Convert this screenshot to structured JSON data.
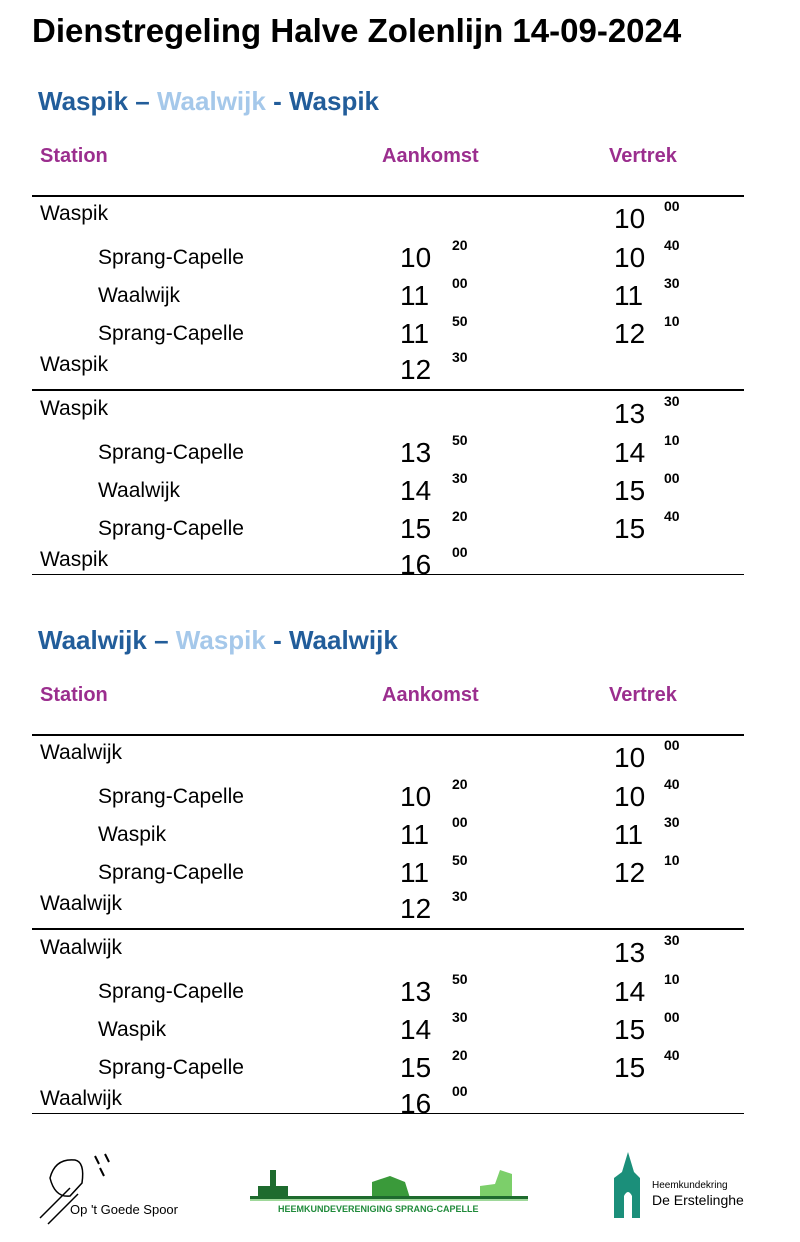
{
  "title": "Dienstregeling Halve Zolenlijn 14-09-2024",
  "headers": {
    "station": "Station",
    "arrival": "Aankomst",
    "departure": "Vertrek"
  },
  "sections": [
    {
      "route": {
        "part1": "Waspik –",
        "part2": "Waalwijk",
        "part3": "- Waspik"
      },
      "blocks": [
        [
          {
            "station": "Waspik",
            "indent": false,
            "arr_h": "",
            "arr_m": "",
            "dep_h": "10",
            "dep_m": "00"
          },
          {
            "station": "Sprang-Capelle",
            "indent": true,
            "arr_h": "10",
            "arr_m": "20",
            "dep_h": "10",
            "dep_m": "40"
          },
          {
            "station": "Waalwijk",
            "indent": true,
            "arr_h": "11",
            "arr_m": "00",
            "dep_h": "11",
            "dep_m": "30"
          },
          {
            "station": "Sprang-Capelle",
            "indent": true,
            "arr_h": "11",
            "arr_m": "50",
            "dep_h": "12",
            "dep_m": "10"
          },
          {
            "station": "Waspik",
            "indent": false,
            "arr_h": "12",
            "arr_m": "30",
            "dep_h": "",
            "dep_m": ""
          }
        ],
        [
          {
            "station": "Waspik",
            "indent": false,
            "arr_h": "",
            "arr_m": "",
            "dep_h": "13",
            "dep_m": "30"
          },
          {
            "station": "Sprang-Capelle",
            "indent": true,
            "arr_h": "13",
            "arr_m": "50",
            "dep_h": "14",
            "dep_m": "10"
          },
          {
            "station": "Waalwijk",
            "indent": true,
            "arr_h": "14",
            "arr_m": "30",
            "dep_h": "15",
            "dep_m": "00"
          },
          {
            "station": "Sprang-Capelle",
            "indent": true,
            "arr_h": "15",
            "arr_m": "20",
            "dep_h": "15",
            "dep_m": "40"
          },
          {
            "station": "Waspik",
            "indent": false,
            "arr_h": "16",
            "arr_m": "00",
            "dep_h": "",
            "dep_m": ""
          }
        ]
      ]
    },
    {
      "route": {
        "part1": "Waalwijk –",
        "part2": "Waspik",
        "part3": "- Waalwijk"
      },
      "blocks": [
        [
          {
            "station": "Waalwijk",
            "indent": false,
            "arr_h": "",
            "arr_m": "",
            "dep_h": "10",
            "dep_m": "00"
          },
          {
            "station": "Sprang-Capelle",
            "indent": true,
            "arr_h": "10",
            "arr_m": "20",
            "dep_h": "10",
            "dep_m": "40"
          },
          {
            "station": "Waspik",
            "indent": true,
            "arr_h": "11",
            "arr_m": "00",
            "dep_h": "11",
            "dep_m": "30"
          },
          {
            "station": "Sprang-Capelle",
            "indent": true,
            "arr_h": "11",
            "arr_m": "50",
            "dep_h": "12",
            "dep_m": "10"
          },
          {
            "station": "Waalwijk",
            "indent": false,
            "arr_h": "12",
            "arr_m": "30",
            "dep_h": "",
            "dep_m": ""
          }
        ],
        [
          {
            "station": "Waalwijk",
            "indent": false,
            "arr_h": "",
            "arr_m": "",
            "dep_h": "13",
            "dep_m": "30"
          },
          {
            "station": "Sprang-Capelle",
            "indent": true,
            "arr_h": "13",
            "arr_m": "50",
            "dep_h": "14",
            "dep_m": "10"
          },
          {
            "station": "Waspik",
            "indent": true,
            "arr_h": "14",
            "arr_m": "30",
            "dep_h": "15",
            "dep_m": "00"
          },
          {
            "station": "Sprang-Capelle",
            "indent": true,
            "arr_h": "15",
            "arr_m": "20",
            "dep_h": "15",
            "dep_m": "40"
          },
          {
            "station": "Waalwijk",
            "indent": false,
            "arr_h": "16",
            "arr_m": "00",
            "dep_h": "",
            "dep_m": ""
          }
        ]
      ]
    }
  ],
  "logos": {
    "left": "Op 't Goede Spoor",
    "center": "HEEMKUNDEVERENIGING SPRANG-CAPELLE",
    "right_line1": "Heemkundekring",
    "right_line2": "De Erstelinghe"
  },
  "colors": {
    "route_dark": "#225d9a",
    "route_light": "#a5c8ea",
    "header": "#9b2e8e",
    "logo_green": "#1f8a3a",
    "logo_teal": "#1b8f7a"
  }
}
